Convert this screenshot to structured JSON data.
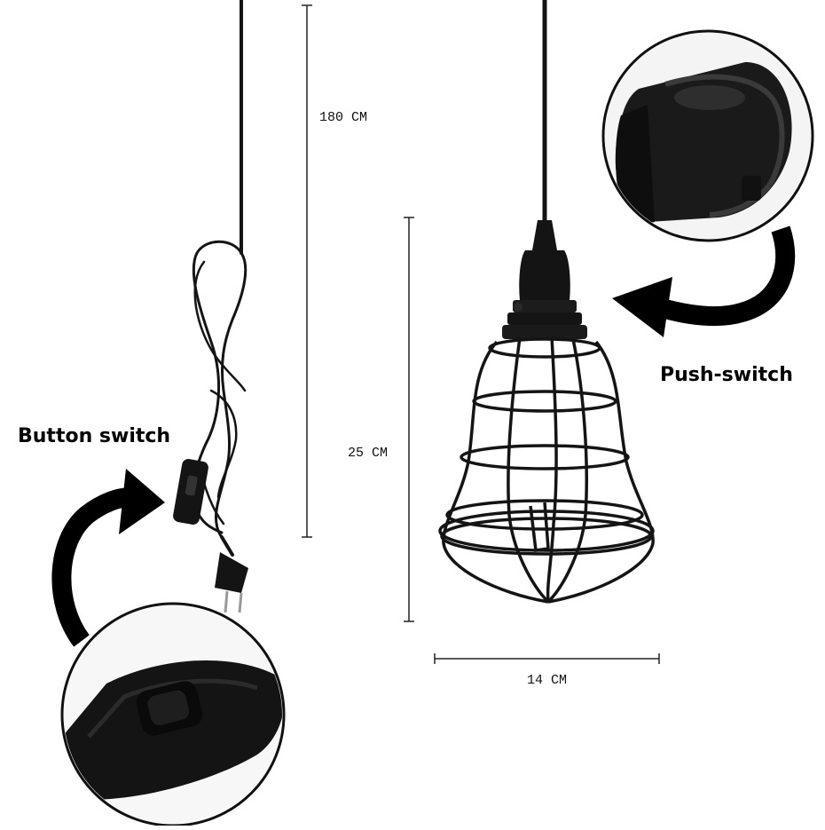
{
  "labels": {
    "cord_length": "180 CM",
    "cage_height": "25 CM",
    "cage_width": "14 CM",
    "button_switch": "Button switch",
    "push_switch": "Push-switch"
  },
  "colors": {
    "background": "#ffffff",
    "product": "#141414",
    "dimension_line": "#222222"
  },
  "icons": {
    "callout_arrow": "curved-arrow-icon",
    "inline_switch": "rocker-switch-icon",
    "plug": "two-prong-plug-icon",
    "lamp_socket": "push-switch-socket-icon"
  }
}
